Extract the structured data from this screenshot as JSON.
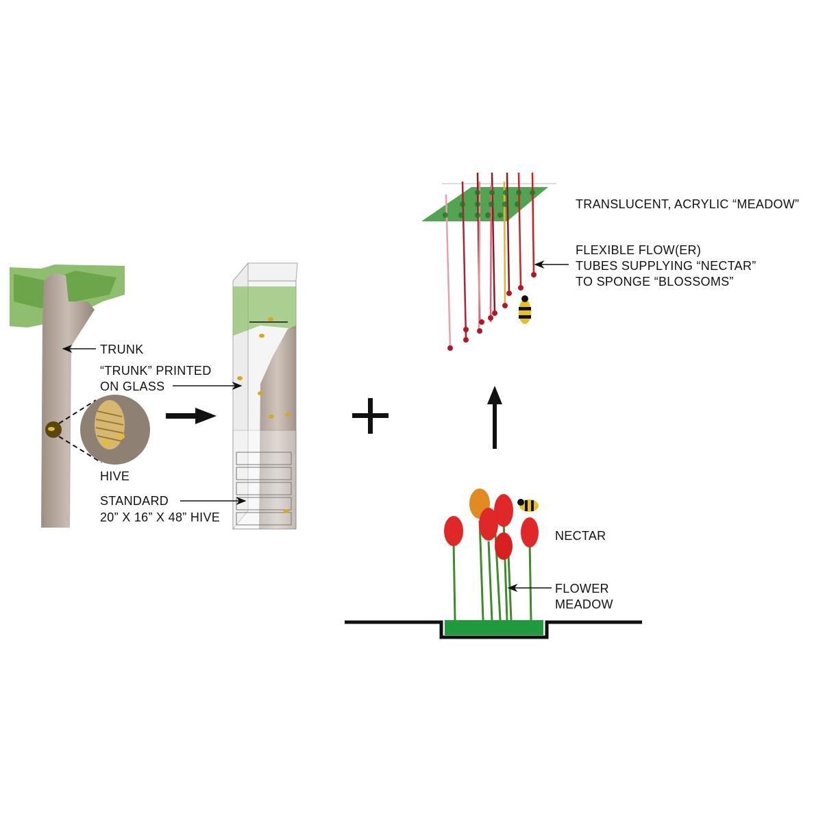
{
  "labels": {
    "trunk": "TRUNK",
    "trunk_printed_1": "“TRUNK” PRINTED",
    "trunk_printed_2": "ON GLASS",
    "hive": "HIVE",
    "standard_1": "STANDARD",
    "standard_2": "20” X 16” X 48” HIVE",
    "translucent": "TRANSLUCENT, ACRYLIC “MEADOW”",
    "flexible_1": "FLEXIBLE FLOW(ER)",
    "flexible_2": "TUBES SUPPLYING “NECTAR”",
    "flexible_3": "TO SPONGE “BLOSSOMS”",
    "nectar": "NECTAR",
    "flower_1": "FLOWER",
    "flower_2": "MEADOW"
  },
  "colors": {
    "leaf": "#6ea94a",
    "bark": "#b7a79b",
    "meadow_green": "#1f9a3c",
    "acrylic_green": "#4aa04a",
    "tube_red": "#c0202a",
    "flower_red": "#e02828",
    "flower_orange": "#e08a20"
  }
}
